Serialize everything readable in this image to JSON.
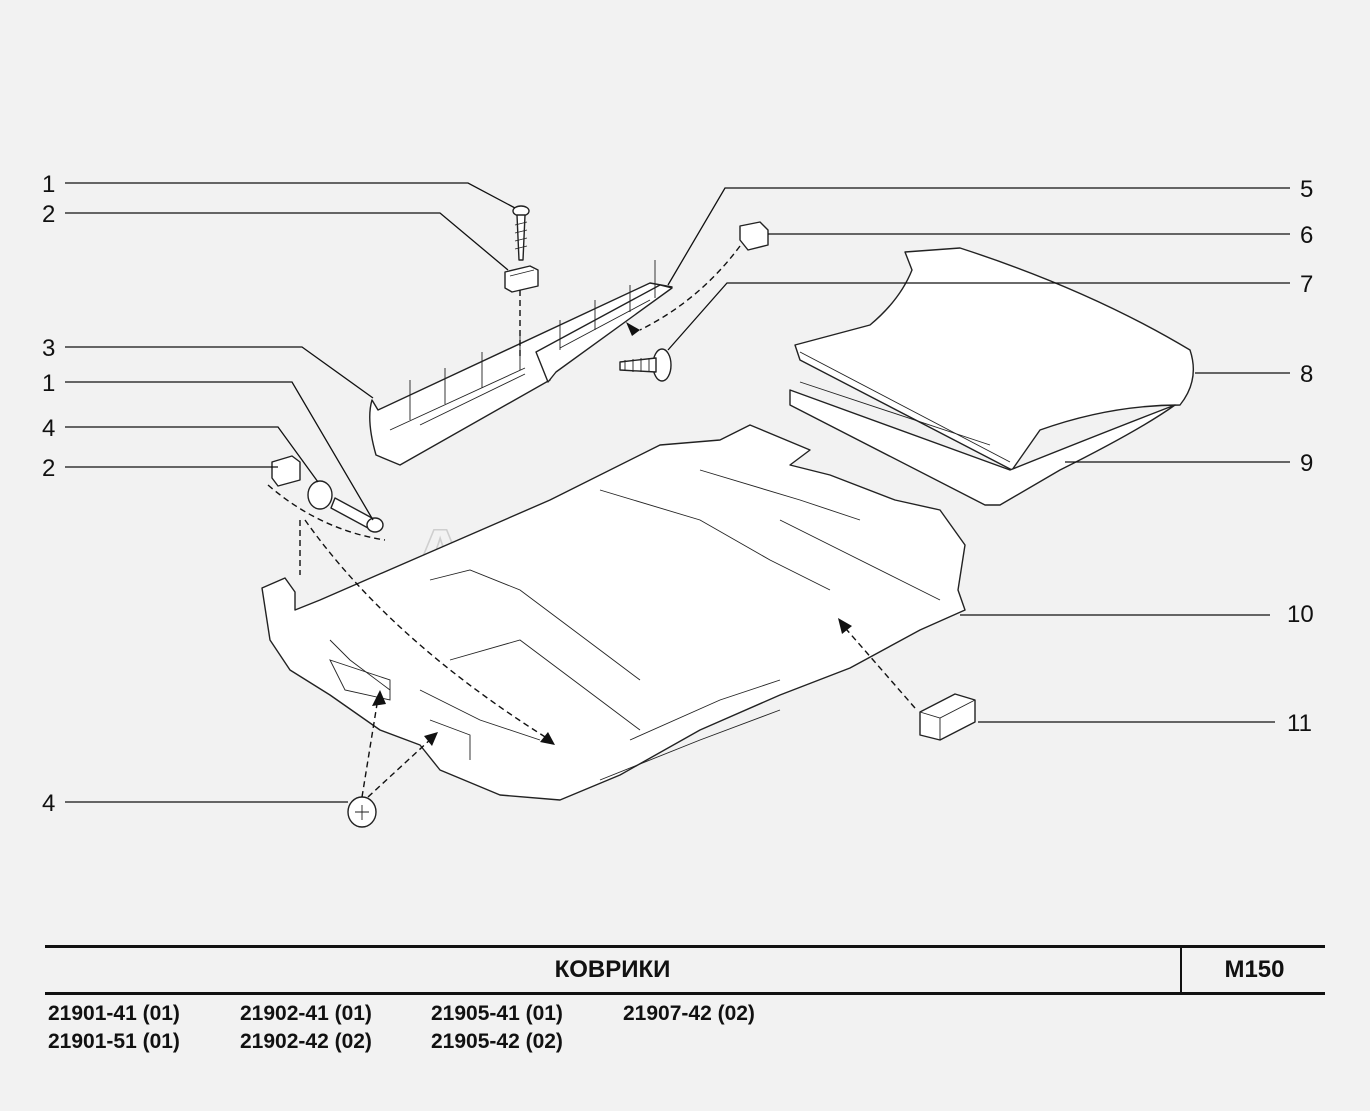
{
  "title": "КОВРИКИ",
  "page_code": "M150",
  "watermark": "AutoSoft",
  "models": [
    [
      "21901-41 (01)",
      "21901-51 (01)"
    ],
    [
      "21902-41 (01)",
      "21902-42 (02)"
    ],
    [
      "21905-41 (01)",
      "21905-42 (02)"
    ],
    [
      "21907-42 (02)"
    ]
  ],
  "callouts_left": [
    "1",
    "2",
    "3",
    "1",
    "4",
    "2",
    "4"
  ],
  "callouts_right": [
    "5",
    "6",
    "7",
    "8",
    "9",
    "10",
    "11"
  ]
}
